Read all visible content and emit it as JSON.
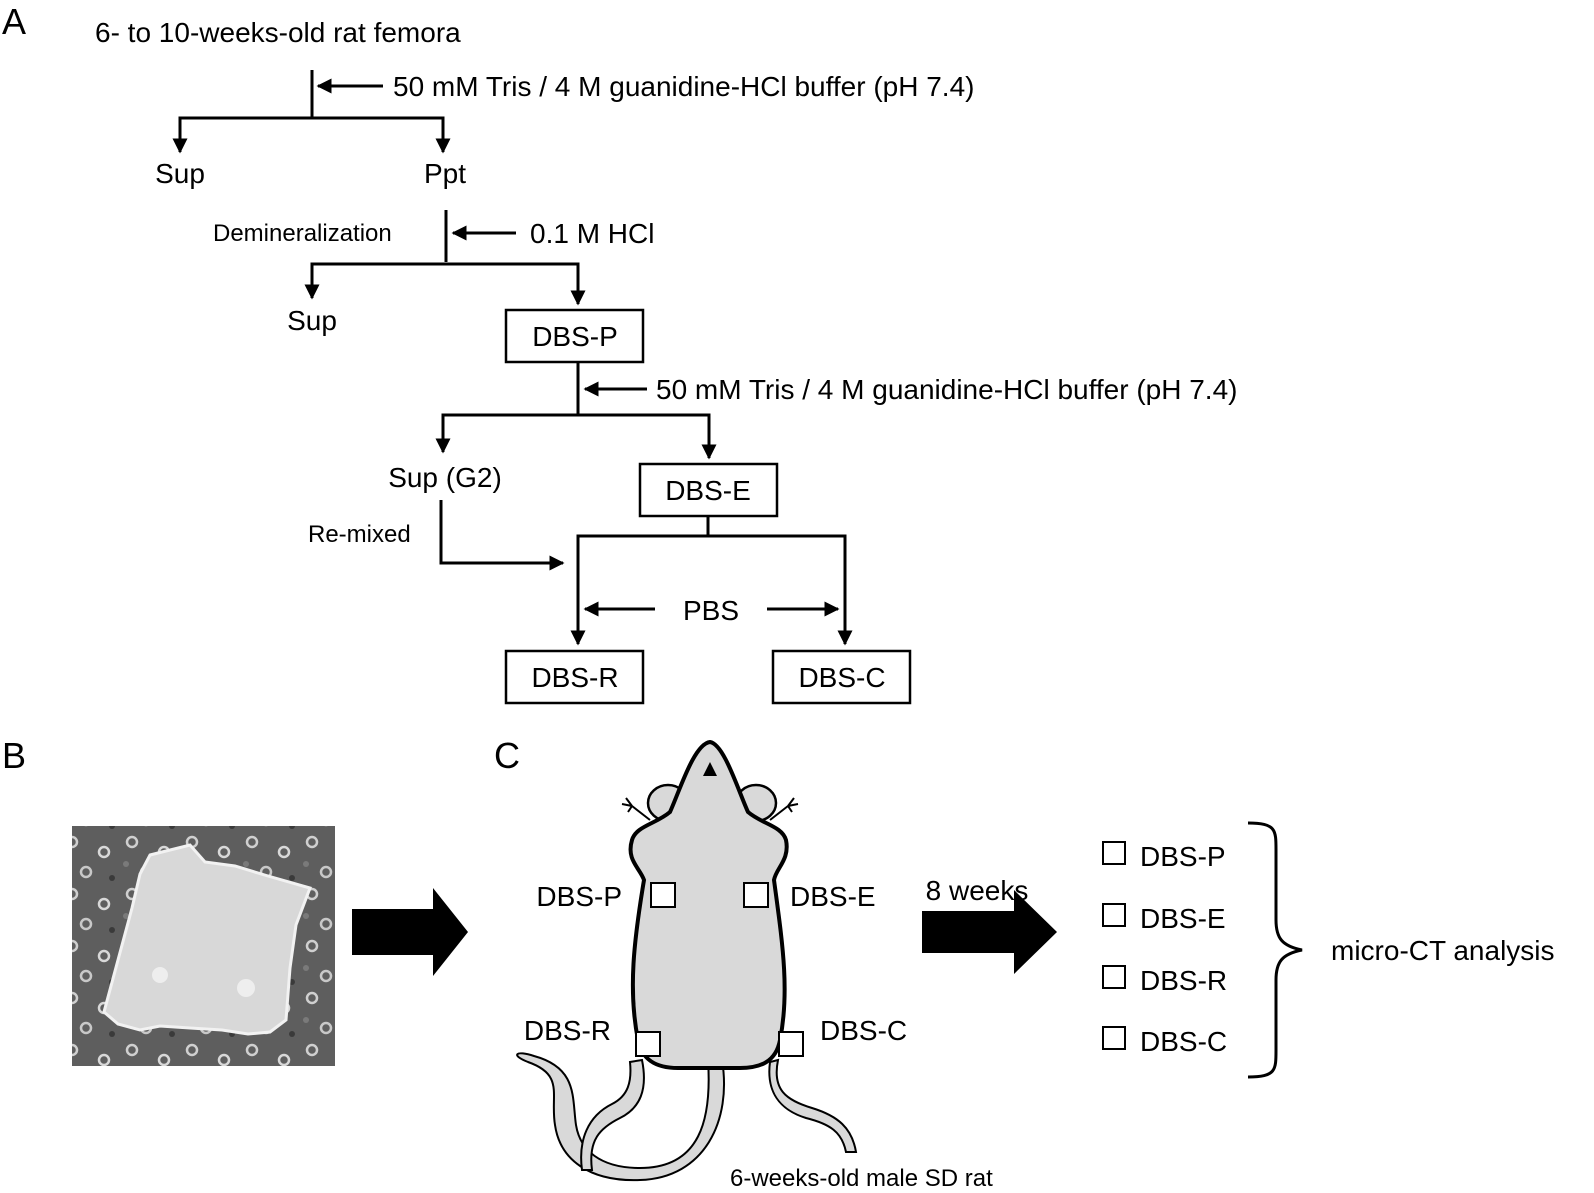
{
  "panel_labels": {
    "a": "A",
    "b": "B",
    "c": "C"
  },
  "panel_a": {
    "start": "6- to 10-weeks-old rat femora",
    "reagent_1": "50 mM Tris / 4 M guanidine-HCl buffer (pH 7.4)",
    "sup_1": "Sup",
    "ppt": "Ppt",
    "step_demineralization": "Demineralization",
    "reagent_2": "0.1 M HCl",
    "sup_2": "Sup",
    "dbs_p": "DBS-P",
    "reagent_3": "50 mM Tris / 4 M guanidine-HCl buffer (pH 7.4)",
    "sup_g2": "Sup (G2)",
    "dbs_e": "DBS-E",
    "remixed": "Re-mixed",
    "pbs": "PBS",
    "dbs_r": "DBS-R",
    "dbs_c": "DBS-C"
  },
  "panel_c": {
    "implant_p": "DBS-P",
    "implant_e": "DBS-E",
    "implant_r": "DBS-R",
    "implant_c": "DBS-C",
    "rat_caption": "6-weeks-old male SD rat",
    "duration": "8 weeks",
    "result_items": [
      "DBS-P",
      "DBS-E",
      "DBS-R",
      "DBS-C"
    ],
    "analysis": "micro-CT analysis"
  },
  "colors": {
    "rat_body": "#d9d9d9",
    "line": "#000000",
    "photo_bg": "#5a5a5a",
    "sheet": "#d8d8d8"
  },
  "icons": [
    "arrowhead-icon",
    "block-arrow-icon",
    "brace-icon",
    "checkbox-icon"
  ]
}
